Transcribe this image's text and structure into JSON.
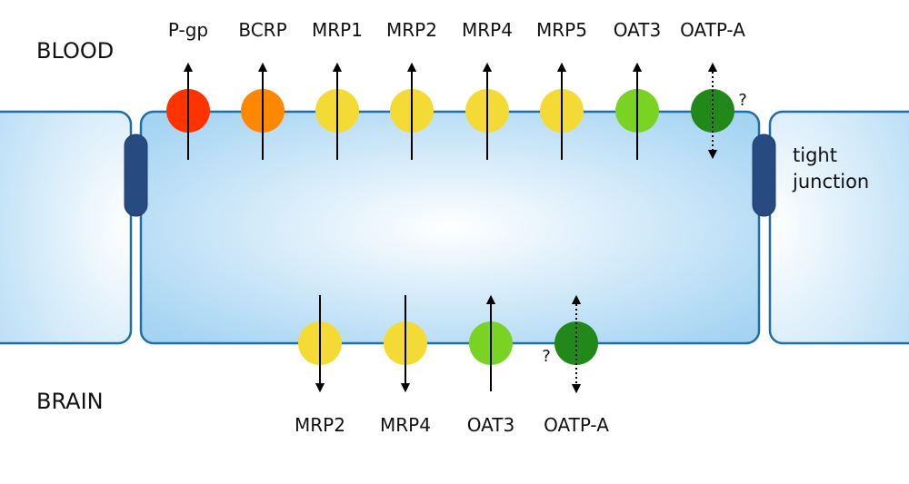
{
  "regions": {
    "top": "BLOOD",
    "bottom": "BRAIN"
  },
  "tight_junction": {
    "line1": "tight",
    "line2": "junction"
  },
  "uncertain_mark": "?",
  "colors": {
    "cell_edge": "#1f6ea5",
    "cell_center": "#ffffff",
    "cell_outer": "#a5d4f3",
    "junction": "#274b80",
    "arrow": "#000000",
    "P-gp": "#ff3300",
    "BCRP": "#ff8800",
    "MRP": "#f4da34",
    "OAT3": "#7ad323",
    "OATP-A": "#23881a"
  },
  "transporters_blood_side": [
    {
      "label": "P-gp",
      "color_key": "P-gp",
      "direction": "to blood",
      "uncertain": false
    },
    {
      "label": "BCRP",
      "color_key": "BCRP",
      "direction": "to blood",
      "uncertain": false
    },
    {
      "label": "MRP1",
      "color_key": "MRP",
      "direction": "to blood",
      "uncertain": false
    },
    {
      "label": "MRP2",
      "color_key": "MRP",
      "direction": "to blood",
      "uncertain": false
    },
    {
      "label": "MRP4",
      "color_key": "MRP",
      "direction": "to blood",
      "uncertain": false
    },
    {
      "label": "MRP5",
      "color_key": "MRP",
      "direction": "to blood",
      "uncertain": false
    },
    {
      "label": "OAT3",
      "color_key": "OAT3",
      "direction": "to blood",
      "uncertain": false
    },
    {
      "label": "OATP-A",
      "color_key": "OATP-A",
      "direction": "bidirectional",
      "uncertain": true
    }
  ],
  "transporters_brain_side": [
    {
      "label": "MRP2",
      "color_key": "MRP",
      "direction": "to brain",
      "uncertain": false
    },
    {
      "label": "MRP4",
      "color_key": "MRP",
      "direction": "to brain",
      "uncertain": false
    },
    {
      "label": "OAT3",
      "color_key": "OAT3",
      "direction": "to blood",
      "uncertain": false
    },
    {
      "label": "OATP-A",
      "color_key": "OATP-A",
      "direction": "bidirectional",
      "uncertain": true
    }
  ]
}
